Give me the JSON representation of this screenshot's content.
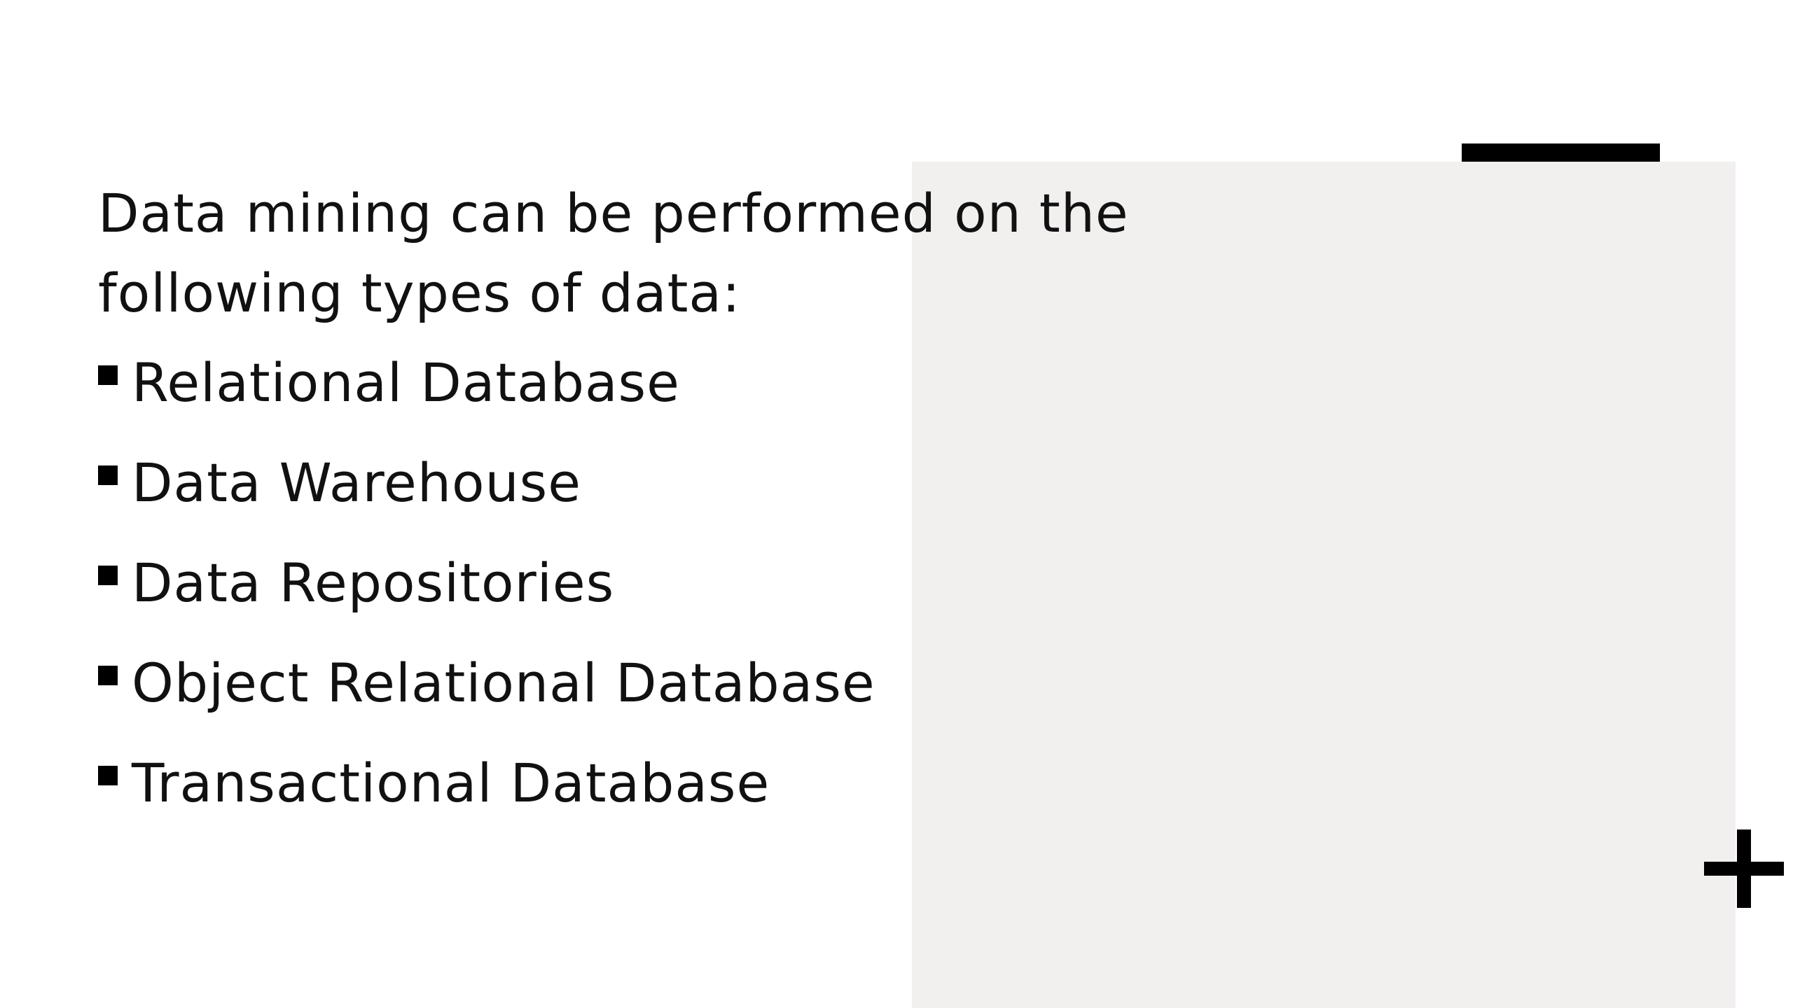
{
  "slide": {
    "intro_text": "Data mining can be performed on the following types of data:",
    "bullets": [
      "Relational Database",
      "Data Warehouse",
      "Data Repositories",
      "Object Relational Database",
      "Transactional Database"
    ]
  },
  "colors": {
    "panel_background": "#f2efef",
    "text": "#111111",
    "accent": "#000000"
  },
  "icons": {
    "bullet_marker": "square-bullet-icon",
    "decorative_plus": "plus-icon"
  }
}
